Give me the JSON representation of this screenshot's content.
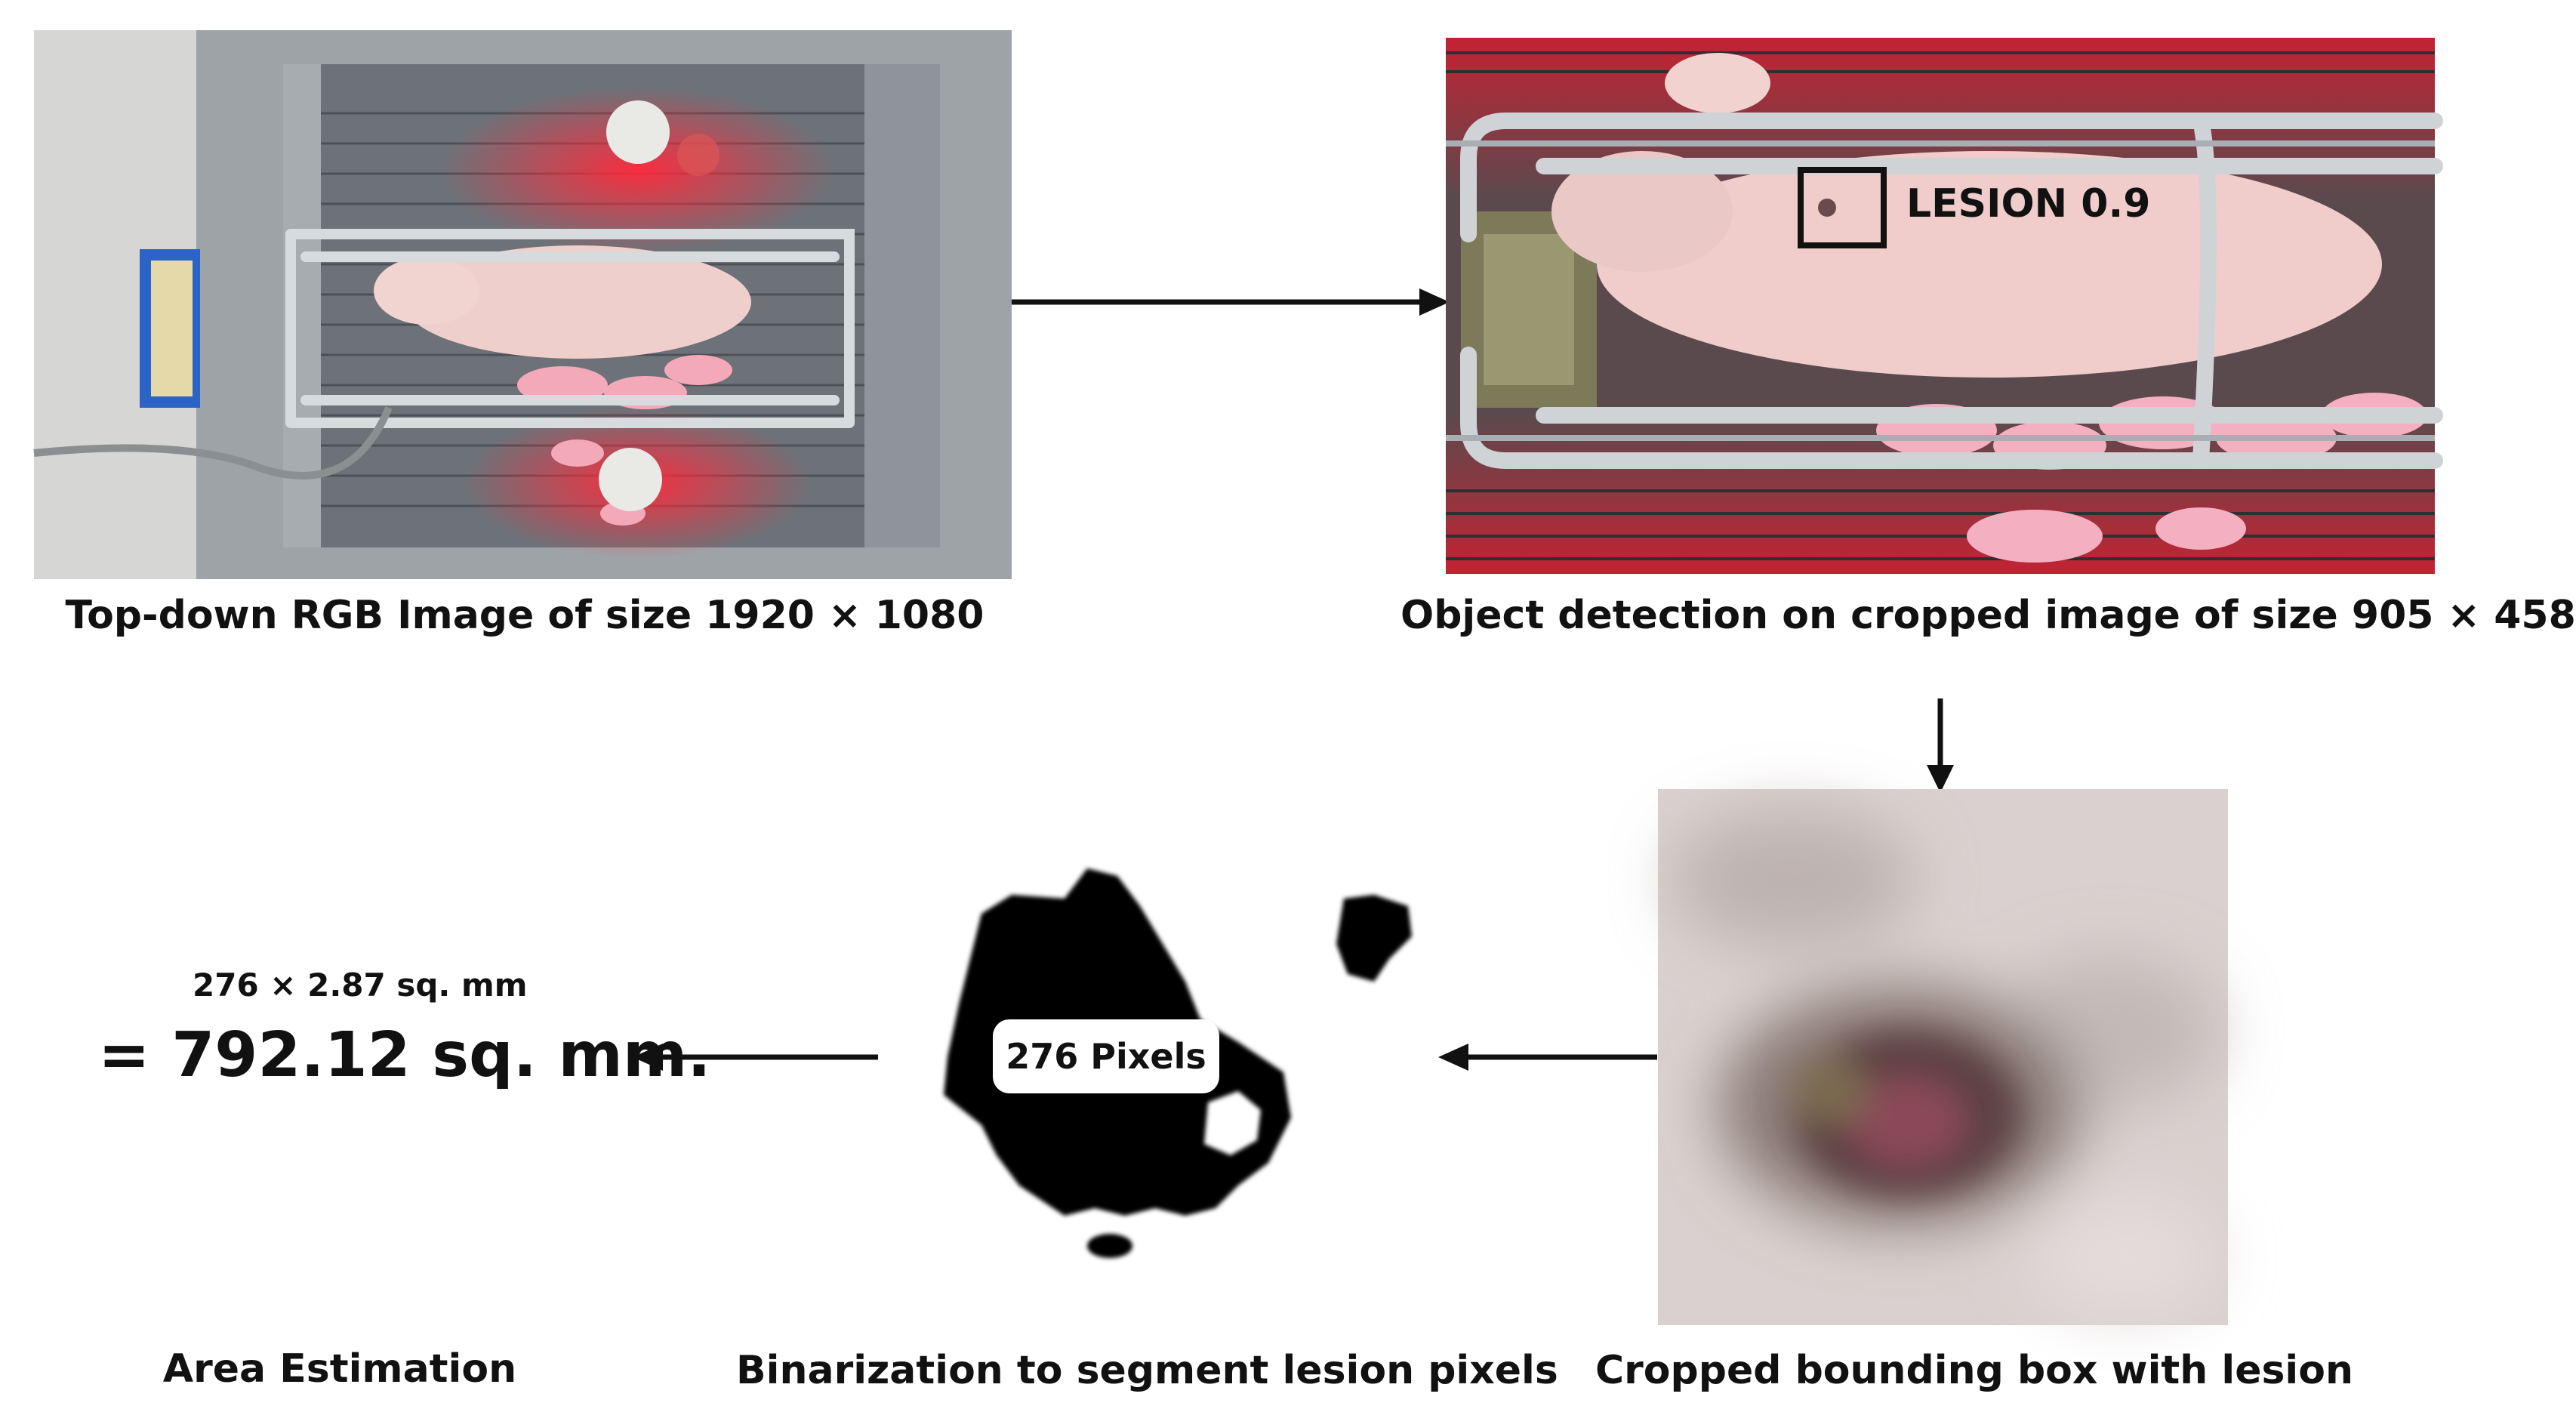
{
  "steps": {
    "topdown": {
      "caption": "Top-down RGB Image of size 1920 × 1080"
    },
    "detection": {
      "caption": "Object detection on cropped image of size 905 × 458",
      "label": "LESION 0.9"
    },
    "crop": {
      "caption": "Cropped bounding box with lesion"
    },
    "binarization": {
      "caption": "Binarization to segment lesion pixels",
      "pixels_label": "276 Pixels"
    },
    "area": {
      "caption": "Area Estimation",
      "formula": "276 × 2.87 sq. mm",
      "result": "= 792.12 sq. mm."
    }
  },
  "colors": {
    "arrow": "#111111",
    "heat_lamp": "#e0203a",
    "pig": "#efc9c4",
    "crate_metal": "#b8bcc0",
    "lesion": "#5a3a3e",
    "binary": "#000000"
  },
  "icons": [
    "right-arrow-icon",
    "down-arrow-icon",
    "left-arrow-icon"
  ]
}
